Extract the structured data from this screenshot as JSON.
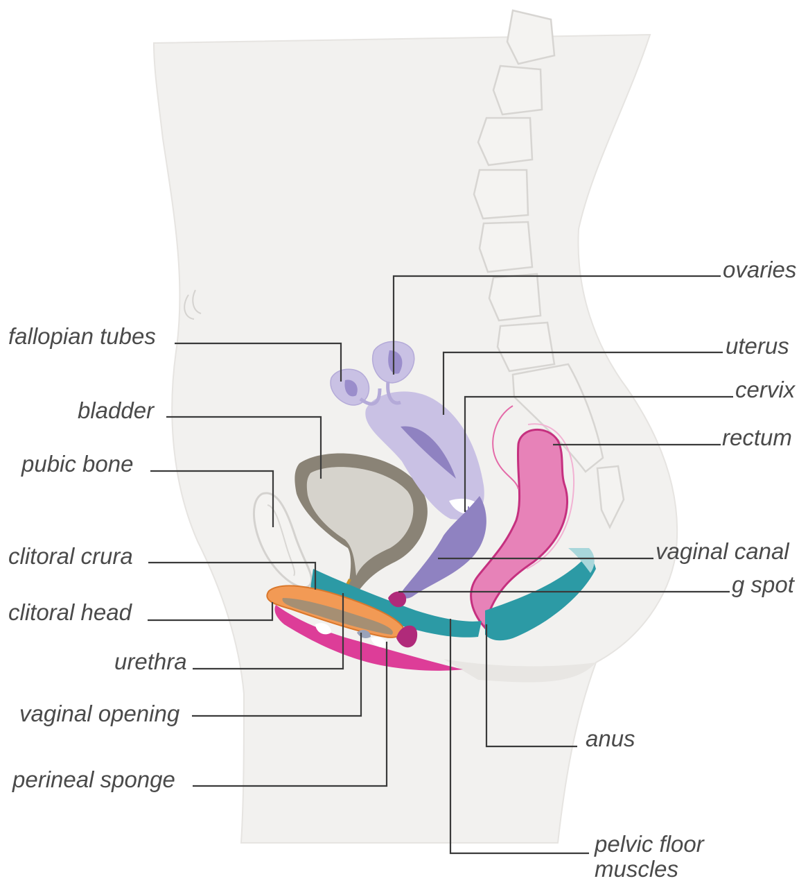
{
  "labels": {
    "ovaries": "ovaries",
    "fallopian_tubes": "fallopian tubes",
    "uterus": "uterus",
    "cervix": "cervix",
    "bladder": "bladder",
    "rectum": "rectum",
    "pubic_bone": "pubic bone",
    "clitoral_crura": "clitoral crura",
    "vaginal_canal": "vaginal canal",
    "g_spot": "g spot",
    "clitoral_head": "clitoral head",
    "urethra": "urethra",
    "vaginal_opening": "vaginal opening",
    "anus": "anus",
    "perineal_sponge": "perineal sponge",
    "pelvic_floor_muscles_line1": "pelvic floor",
    "pelvic_floor_muscles_line2": "muscles"
  },
  "colors": {
    "body": "#f2f1ef",
    "body_outline": "#e3e1de",
    "uterus": "#c9c1e4",
    "uterus_dark": "#8f82c1",
    "bladder_outer": "#8a8376",
    "bladder_inner": "#d6d3cc",
    "rectum": "#e782b8",
    "rectum_outline": "#c5307f",
    "pelvic_floor": "#2c9aa5",
    "pelvic_floor_light": "#a9d7db",
    "clitoris": "#f29a55",
    "perineal": "#dd3d98",
    "g_spot": "#b02a7a"
  }
}
